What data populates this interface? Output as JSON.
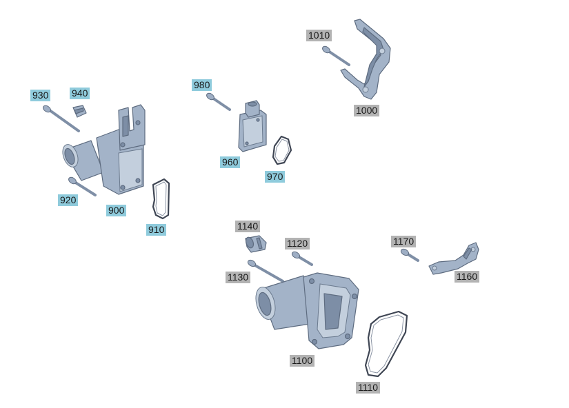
{
  "colors": {
    "highlight_label": "#8fcbdc",
    "standard_label": "#b3b3b3",
    "part_fill": "#a3b3c8",
    "part_outline": "#5e6c80",
    "gasket": "#3f4654"
  },
  "callouts": [
    {
      "id": "930",
      "label": "930",
      "style": "highlight"
    },
    {
      "id": "940",
      "label": "940",
      "style": "highlight"
    },
    {
      "id": "920",
      "label": "920",
      "style": "highlight"
    },
    {
      "id": "900",
      "label": "900",
      "style": "highlight"
    },
    {
      "id": "910",
      "label": "910",
      "style": "highlight"
    },
    {
      "id": "980",
      "label": "980",
      "style": "highlight"
    },
    {
      "id": "960",
      "label": "960",
      "style": "highlight"
    },
    {
      "id": "970",
      "label": "970",
      "style": "highlight"
    },
    {
      "id": "1010",
      "label": "1010",
      "style": "standard"
    },
    {
      "id": "1000",
      "label": "1000",
      "style": "standard"
    },
    {
      "id": "1140",
      "label": "1140",
      "style": "standard"
    },
    {
      "id": "1120",
      "label": "1120",
      "style": "standard"
    },
    {
      "id": "1130",
      "label": "1130",
      "style": "standard"
    },
    {
      "id": "1100",
      "label": "1100",
      "style": "standard"
    },
    {
      "id": "1110",
      "label": "1110",
      "style": "standard"
    },
    {
      "id": "1170",
      "label": "1170",
      "style": "standard"
    },
    {
      "id": "1160",
      "label": "1160",
      "style": "standard"
    }
  ]
}
